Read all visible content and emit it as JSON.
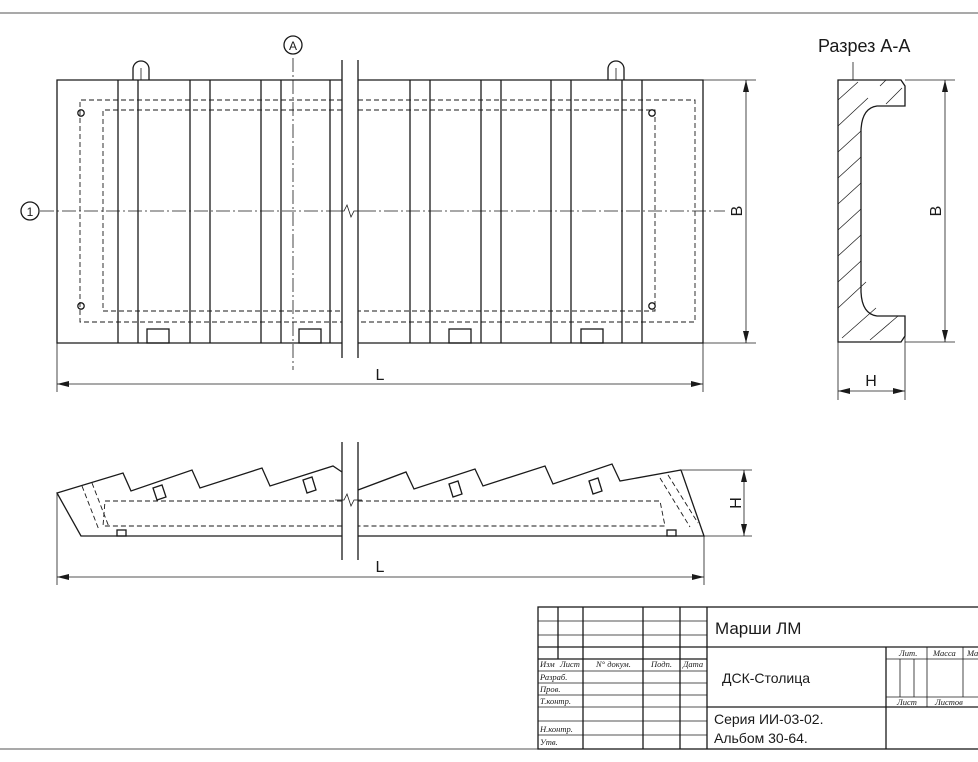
{
  "section_title": "Разрез А-А",
  "axis_a_label": "А",
  "axis_1_label": "1",
  "dims": {
    "b": "В",
    "l": "L",
    "h": "Н"
  },
  "title_block": {
    "name": "Марши ЛМ",
    "org": "ДСК-Столица",
    "series": "Серия ИИ-03-02.",
    "album": "Альбом 30-64.",
    "headers": {
      "izm": "Изм",
      "list": "Лист",
      "doc": "N° докум.",
      "podp": "Подп.",
      "date": "Дата"
    },
    "roles": {
      "razrab": "Разраб.",
      "prov": "Пров.",
      "tkontr": "Т.контр.",
      "nkontr": "Н.контр.",
      "utv": "Утв."
    },
    "lit": "Лит.",
    "massa": "Масса",
    "mashtab": "Ма",
    "sheet": "Лист",
    "sheets": "Листов"
  }
}
